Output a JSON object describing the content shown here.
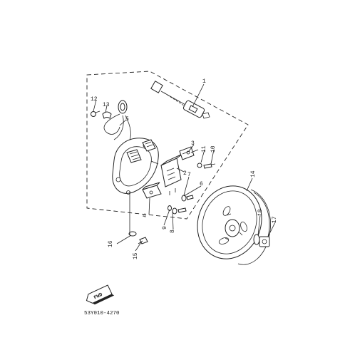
{
  "diagram": {
    "callouts": [
      "1",
      "2",
      "3",
      "4",
      "5",
      "6",
      "7",
      "8",
      "9",
      "10",
      "11",
      "12",
      "13",
      "14",
      "15",
      "16",
      "17",
      "18"
    ],
    "badge_text": "FWD",
    "drawing_code": "53Y010-4270"
  }
}
